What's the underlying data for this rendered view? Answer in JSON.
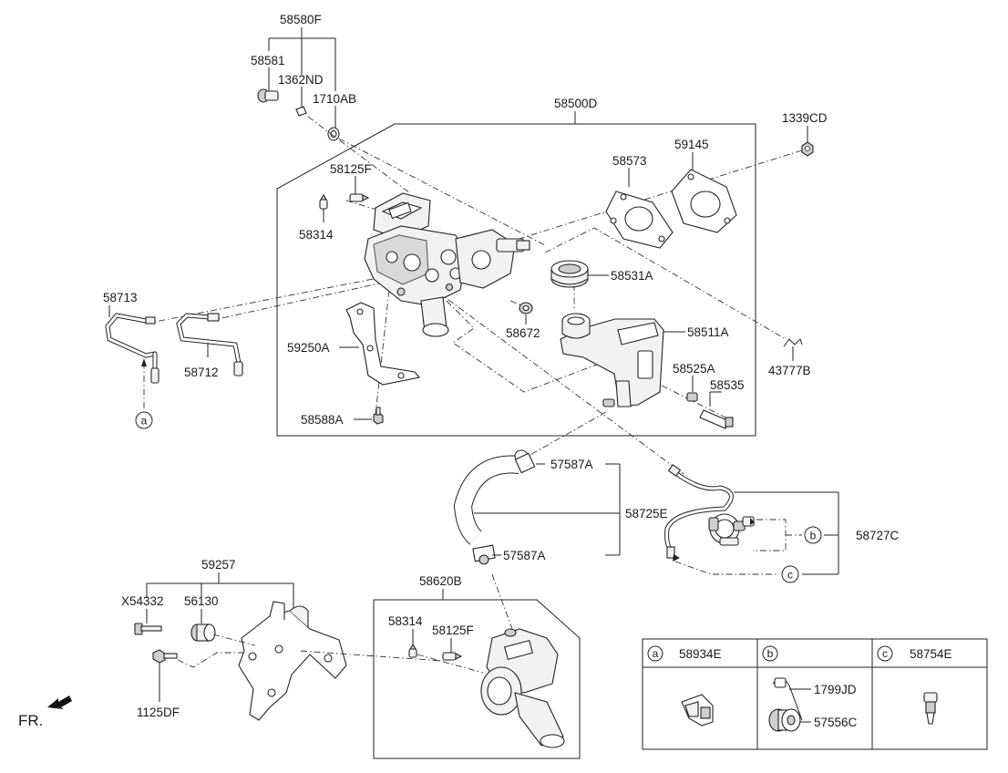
{
  "labels": {
    "l58580F": "58580F",
    "l58581": "58581",
    "l1362ND": "1362ND",
    "l1710AB": "1710AB",
    "l58500D": "58500D",
    "l1339CD": "1339CD",
    "l58125F_top": "58125F",
    "l58314_top": "58314",
    "l58573": "58573",
    "l59145": "59145",
    "l58531A": "58531A",
    "l58713": "58713",
    "l58712": "58712",
    "l59250A": "59250A",
    "l58672": "58672",
    "l58511A": "58511A",
    "l58525A": "58525A",
    "l58535": "58535",
    "l43777B": "43777B",
    "l58588A": "58588A",
    "l57587A_top": "57587A",
    "l58725E": "58725E",
    "l58727C": "58727C",
    "l57587A_bot": "57587A",
    "l59257": "59257",
    "lX54332": "X54332",
    "l56130": "56130",
    "l1125DF": "1125DF",
    "l58620B": "58620B",
    "l58314_bot": "58314",
    "l58125F_bot": "58125F",
    "l58934E": "58934E",
    "l1799JD": "1799JD",
    "l57556C": "57556C",
    "l58754E": "58754E",
    "fr": "FR."
  },
  "callouts": {
    "a": "a",
    "b": "b",
    "c": "c"
  }
}
